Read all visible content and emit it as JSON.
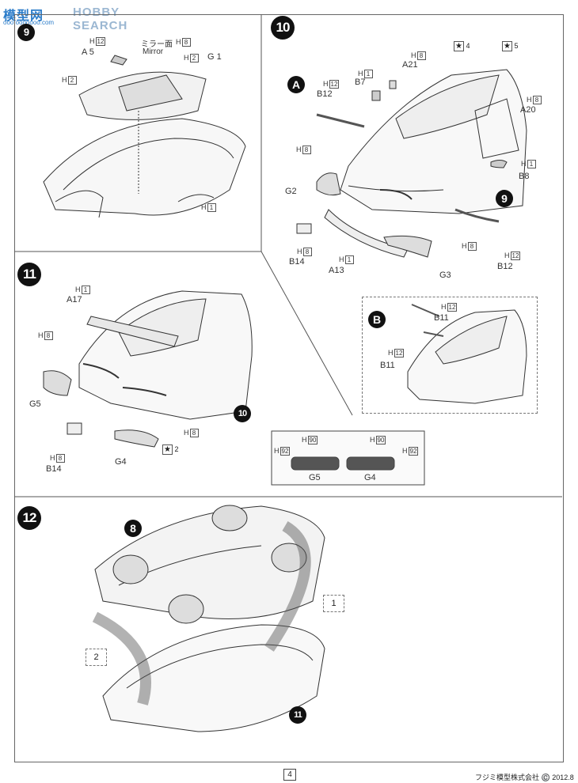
{
  "watermark": {
    "logo": "模型网",
    "site": "HOBBY SEARCH",
    "sub": "ooo.ooooooo.com"
  },
  "page_number": "4",
  "copyright": "フジミ模型株式会社 ©️ 2012.8",
  "steps": {
    "s9": "9",
    "s10": "10",
    "s11": "11",
    "s12": "12"
  },
  "step9": {
    "h12": "12",
    "a5": "A 5",
    "mirror_jp": "ミラー面",
    "h8": "8",
    "mirror_en": "Mirror",
    "h2a": "2",
    "g1": "G 1",
    "h2b": "2",
    "h1": "1",
    "hletter": "H"
  },
  "step10": {
    "subA": "A",
    "subB": "B",
    "h8a": "8",
    "a21": "A21",
    "h1a": "1",
    "b7": "B7",
    "h12a": "12",
    "b12a": "B12",
    "star4": "4",
    "star5": "5",
    "h8b": "8",
    "a20": "A20",
    "h8c": "8",
    "g2": "G2",
    "h1b": "1",
    "b8": "B8",
    "ref9": "9",
    "h8d": "8",
    "b14": "B14",
    "h1c": "1",
    "a13": "A13",
    "g3": "G3",
    "h12b": "12",
    "b12b": "B12",
    "h12c": "12",
    "b11a": "B11",
    "h12d": "12",
    "b11b": "B11"
  },
  "step11": {
    "h1": "1",
    "a17": "A17",
    "h8a": "8",
    "g5": "G5",
    "h8b": "8",
    "b14": "B14",
    "g4": "G4",
    "h8c": "8",
    "star2": "2",
    "ref10": "10",
    "c_h90a": "90",
    "c_h92a": "92",
    "c_h90b": "90",
    "c_h92b": "92",
    "c_g5": "G5",
    "c_g4": "G4"
  },
  "step12": {
    "ref8": "8",
    "ref11": "11",
    "order1": "1",
    "order2": "2"
  }
}
